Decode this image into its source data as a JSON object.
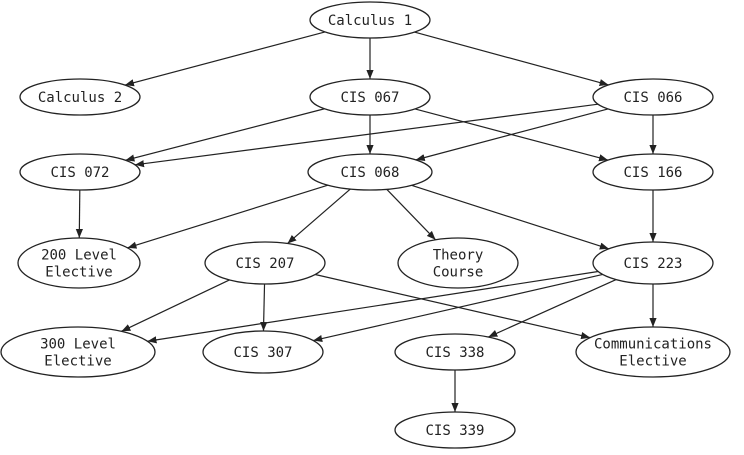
{
  "diagram": {
    "nodes": [
      {
        "id": "calc1",
        "lines": [
          "Calculus 1"
        ]
      },
      {
        "id": "calc2",
        "lines": [
          "Calculus 2"
        ]
      },
      {
        "id": "cis067",
        "lines": [
          "CIS 067"
        ]
      },
      {
        "id": "cis066",
        "lines": [
          "CIS 066"
        ]
      },
      {
        "id": "cis072",
        "lines": [
          "CIS 072"
        ]
      },
      {
        "id": "cis068",
        "lines": [
          "CIS 068"
        ]
      },
      {
        "id": "cis166",
        "lines": [
          "CIS 166"
        ]
      },
      {
        "id": "lvl200",
        "lines": [
          "200 Level",
          "Elective"
        ]
      },
      {
        "id": "cis207",
        "lines": [
          "CIS 207"
        ]
      },
      {
        "id": "theory",
        "lines": [
          "Theory",
          "Course"
        ]
      },
      {
        "id": "cis223",
        "lines": [
          "CIS 223"
        ]
      },
      {
        "id": "lvl300",
        "lines": [
          "300 Level",
          "Elective"
        ]
      },
      {
        "id": "cis307",
        "lines": [
          "CIS 307"
        ]
      },
      {
        "id": "cis338",
        "lines": [
          "CIS 338"
        ]
      },
      {
        "id": "comm",
        "lines": [
          "Communications",
          "Elective"
        ]
      },
      {
        "id": "cis339",
        "lines": [
          "CIS 339"
        ]
      }
    ],
    "edges": [
      [
        "calc1",
        "calc2"
      ],
      [
        "calc1",
        "cis067"
      ],
      [
        "calc1",
        "cis066"
      ],
      [
        "cis067",
        "cis072"
      ],
      [
        "cis067",
        "cis068"
      ],
      [
        "cis067",
        "cis166"
      ],
      [
        "cis066",
        "cis072"
      ],
      [
        "cis066",
        "cis068"
      ],
      [
        "cis066",
        "cis166"
      ],
      [
        "cis072",
        "lvl200"
      ],
      [
        "cis068",
        "lvl200"
      ],
      [
        "cis068",
        "cis207"
      ],
      [
        "cis068",
        "theory"
      ],
      [
        "cis068",
        "cis223"
      ],
      [
        "cis166",
        "cis223"
      ],
      [
        "cis207",
        "lvl300"
      ],
      [
        "cis207",
        "cis307"
      ],
      [
        "cis207",
        "comm"
      ],
      [
        "cis223",
        "lvl300"
      ],
      [
        "cis223",
        "cis307"
      ],
      [
        "cis223",
        "cis338"
      ],
      [
        "cis223",
        "comm"
      ],
      [
        "cis338",
        "cis339"
      ]
    ]
  }
}
